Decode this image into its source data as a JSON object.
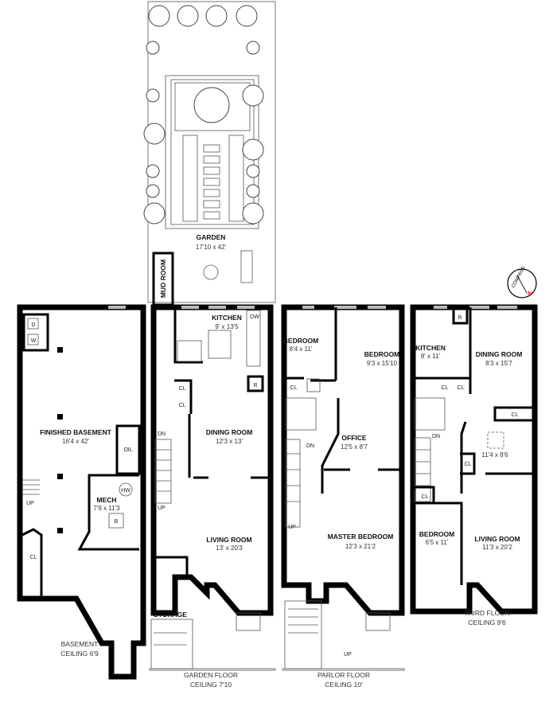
{
  "garden": {
    "name": "GARDEN",
    "dims": "17'10 x 42'",
    "mud_room": "MUD ROOM"
  },
  "basement": {
    "room": "FINISHED BASEMENT",
    "room_dims": "16'4 x 42'",
    "mech": "MECH",
    "mech_dims": "7'9 x 11'3",
    "oil": "OIL",
    "hw": "HW",
    "b": "B",
    "d": "D",
    "w": "W",
    "up": "UP",
    "cl": "CL",
    "floor": "BASEMENT",
    "ceiling": "CEILING 6'9"
  },
  "garden_floor": {
    "kitchen": "KITCHEN",
    "kitchen_dims": "9' x 13'5",
    "dw": "DW",
    "r": "R",
    "cl": "CL",
    "dining": "DINING ROOM",
    "dining_dims": "12'3 x 13'",
    "dn": "DN",
    "up": "UP",
    "living": "LIVING ROOM",
    "living_dims": "13' x 20'3",
    "storage": "STORAGE",
    "floor": "GARDEN FLOOR",
    "ceiling": "CEILING 7'10"
  },
  "parlor_floor": {
    "bedroom1": "BEDROOM",
    "bedroom1_dims": "8'4 x 11'",
    "bedroom2": "BEDROOM",
    "bedroom2_dims": "9'3 x 15'10",
    "cl": "CL",
    "office": "OFFICE",
    "office_dims": "12'5 x 8'7",
    "dn": "DN",
    "up": "UP",
    "master": "MASTER BEDROOM",
    "master_dims": "12'3 x 21'2",
    "floor": "PARLOR FLOOR",
    "ceiling": "CEILING 10'"
  },
  "third_floor": {
    "kitchen": "KITCHEN",
    "kitchen_dims": "8' x 11'",
    "r": "R",
    "dining": "DINING ROOM",
    "dining_dims": "8'3 x 15'7",
    "cl": "CL",
    "room_dims": "11'4 x 8'6",
    "dn": "DN",
    "bedroom": "BEDROOM",
    "bedroom_dims": "6'5 x 11'",
    "living": "LIVING ROOM",
    "living_dims": "11'3 x 20'2",
    "floor": "THIRD FLOOR",
    "ceiling": "CEILING 9'6"
  },
  "compass": {
    "label": "COMPASS",
    "north": "N",
    "north_color": "#e00000"
  }
}
